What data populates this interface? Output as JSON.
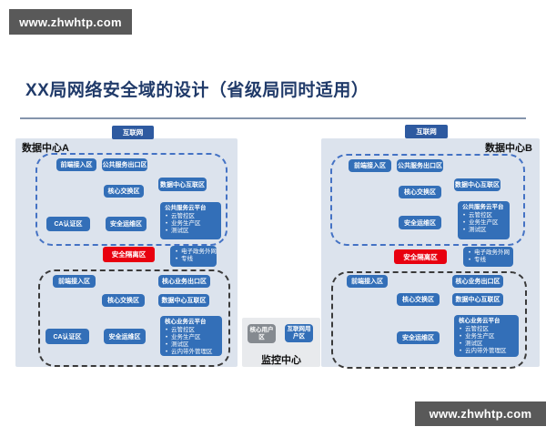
{
  "watermark": {
    "text": "www.zhwhtp.com"
  },
  "title": {
    "text": "XX局网络安全域的设计（省级局同时适用）"
  },
  "internet_label": "互联网",
  "colors": {
    "title": "#203A69",
    "zone_blue": "#336FB8",
    "internet_blue": "#2E5AA0",
    "isolation_red": "#E8000F",
    "container_bg": "#DCE3ED",
    "monitor_bg": "#E8EAED",
    "user_gray": "#858A90",
    "dash_blue": "#4472C4",
    "dash_dark": "#3A3A3A",
    "watermark_bg": "#595959"
  },
  "centers": [
    {
      "label": "数据中心A",
      "boxes": [
        {
          "kind": "zone",
          "label": "前端接入区"
        },
        {
          "kind": "zone",
          "label": "公共服务出口区"
        },
        {
          "kind": "zone",
          "label": "核心交换区"
        },
        {
          "kind": "zone",
          "label": "数据中心互联区"
        },
        {
          "kind": "list",
          "label": "公共服务云平台",
          "items": [
            "云管控区",
            "业务生产区",
            "测试区"
          ]
        },
        {
          "kind": "zone",
          "label": "CA认证区"
        },
        {
          "kind": "zone",
          "label": "安全运维区"
        },
        {
          "kind": "red",
          "label": "安全隔离区"
        },
        {
          "kind": "list",
          "label": "",
          "items": [
            "电子政务外网",
            "专线"
          ]
        },
        {
          "kind": "zone",
          "label": "前端接入区"
        },
        {
          "kind": "zone",
          "label": "核心业务出口区"
        },
        {
          "kind": "zone",
          "label": "核心交换区"
        },
        {
          "kind": "zone",
          "label": "数据中心互联区"
        },
        {
          "kind": "list",
          "label": "核心业务云平台",
          "items": [
            "云管控区",
            "业务生产区",
            "测试区",
            "云内带外管理区"
          ]
        },
        {
          "kind": "zone",
          "label": "CA认证区"
        },
        {
          "kind": "zone",
          "label": "安全运维区"
        }
      ]
    },
    {
      "label": "数据中心B",
      "boxes": [
        {
          "kind": "zone",
          "label": "前端接入区"
        },
        {
          "kind": "zone",
          "label": "公共服务出口区"
        },
        {
          "kind": "zone",
          "label": "核心交换区"
        },
        {
          "kind": "zone",
          "label": "数据中心互联区"
        },
        {
          "kind": "list",
          "label": "公共服务云平台",
          "items": [
            "云管控区",
            "业务生产区",
            "测试区"
          ]
        },
        {
          "kind": "zone",
          "label": "安全运维区"
        },
        {
          "kind": "red",
          "label": "安全隔离区"
        },
        {
          "kind": "list",
          "label": "",
          "items": [
            "电子政务外网",
            "专线"
          ]
        },
        {
          "kind": "zone",
          "label": "前端接入区"
        },
        {
          "kind": "zone",
          "label": "核心业务出口区"
        },
        {
          "kind": "zone",
          "label": "核心交换区"
        },
        {
          "kind": "zone",
          "label": "数据中心互联区"
        },
        {
          "kind": "zone",
          "label": "安全运维区"
        },
        {
          "kind": "list",
          "label": "核心业务云平台",
          "items": [
            "云管控区",
            "业务生产区",
            "测试区",
            "云内带外管理区"
          ]
        }
      ]
    }
  ],
  "monitor": {
    "label": "监控中心",
    "boxes": [
      {
        "kind": "gray",
        "label": "核心用户区"
      },
      {
        "kind": "zone",
        "label": "互联网用户区"
      }
    ]
  }
}
